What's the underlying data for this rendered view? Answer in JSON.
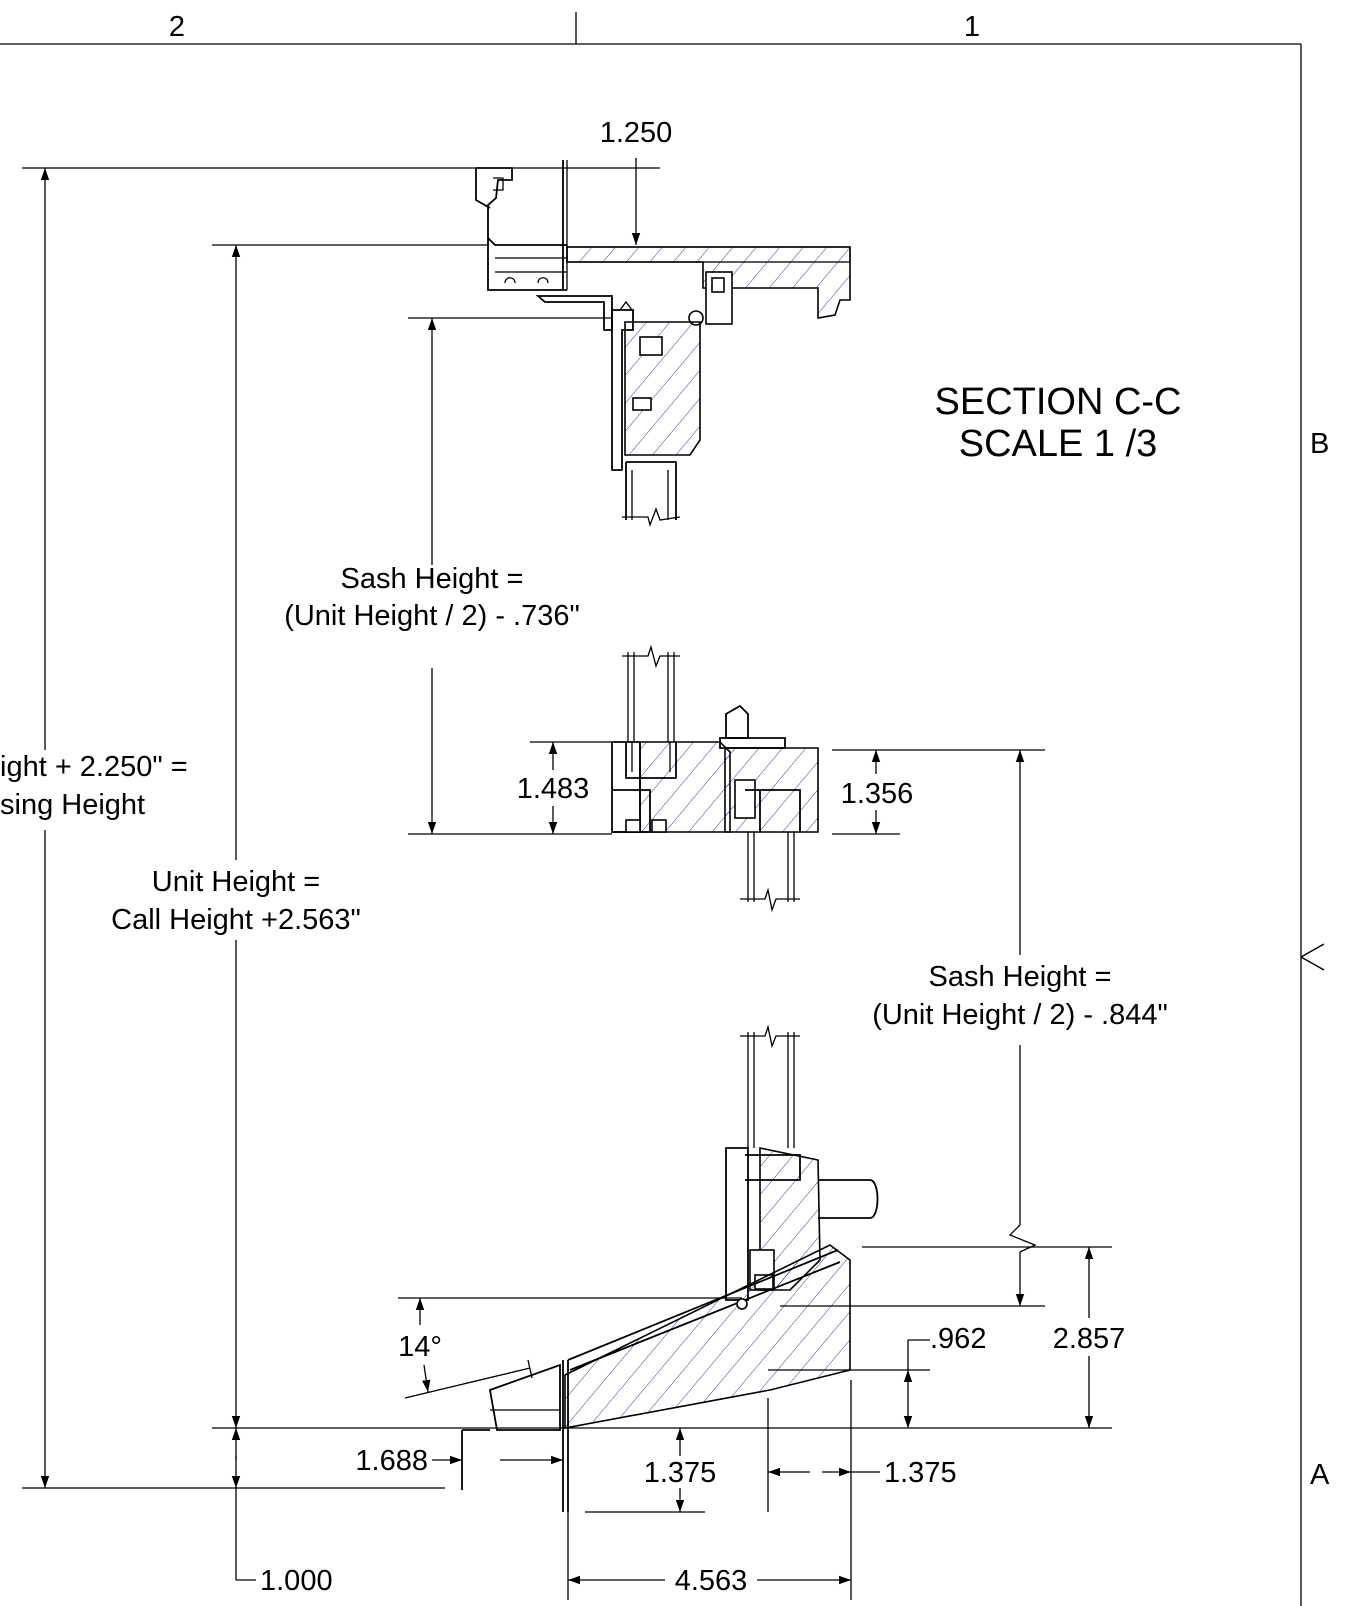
{
  "border": {
    "zone_top_left": "2",
    "zone_top_right": "1",
    "zone_side_b": "B",
    "zone_side_a": "A"
  },
  "title": {
    "line1": "SECTION  C-C",
    "line2": "SCALE 1 /3"
  },
  "dimensions": {
    "head_offset": "1.250",
    "top_sash_height_line1": "Sash Height =",
    "top_sash_height_line2": "(Unit Height / 2) - .736\"",
    "overall_height_line1": "ight + 2.250\" =",
    "overall_height_line2": "sing Height",
    "unit_height_line1": "Unit Height =",
    "unit_height_line2": "Call Height +2.563\"",
    "meeting_rail_left": "1.483",
    "meeting_rail_right": "1.356",
    "bottom_sash_height_line1": "Sash Height =",
    "bottom_sash_height_line2": "(Unit Height / 2) - .844\"",
    "sill_angle": "14°",
    "sill_step": ".962",
    "sill_rise": "2.857",
    "sill_left_offset": "1.688",
    "sill_inner": "1.375",
    "sill_outer": "1.375",
    "bottom_offset": "1.000",
    "sill_depth": "4.563"
  },
  "colors": {
    "line": "#000000",
    "hatch": "#1a2a7a"
  }
}
